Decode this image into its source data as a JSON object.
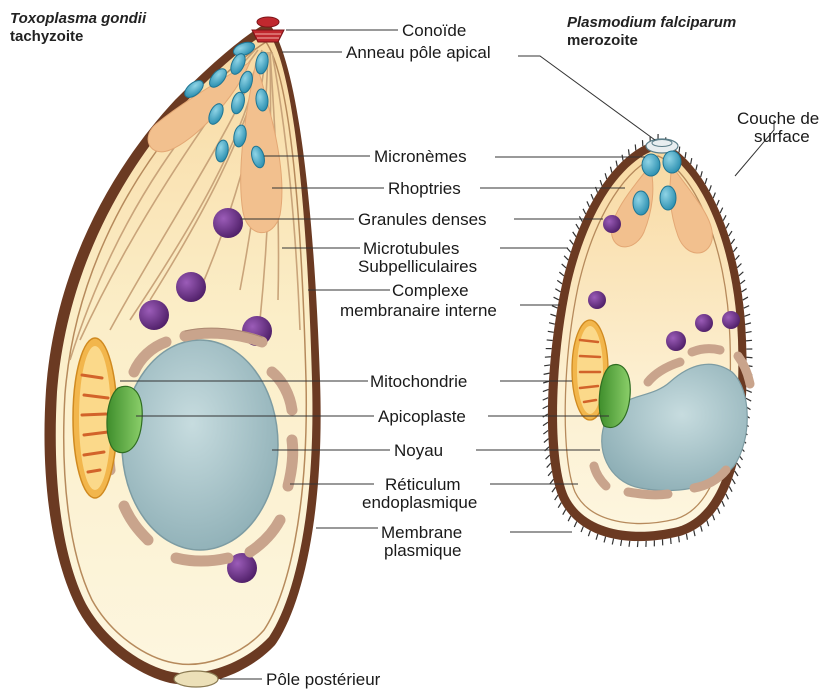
{
  "organisms": {
    "left": {
      "species": "Toxoplasma gondii",
      "stage": "tachyzoite"
    },
    "right": {
      "species": "Plasmodium falciparum",
      "stage": "merozoite"
    }
  },
  "labels": {
    "conoide": "Conoïde",
    "anneau": "Anneau pôle apical",
    "micronemes": "Micronèmes",
    "rhoptries": "Rhoptries",
    "granules": "Granules denses",
    "microtubules_1": "Microtubules",
    "microtubules_2": "Subpelliculaires",
    "complexe_1": "Complexe",
    "complexe_2": "membranaire interne",
    "mitochondrie": "Mitochondrie",
    "apicoplaste": "Apicoplaste",
    "noyau": "Noyau",
    "reticulum_1": "Réticulum",
    "reticulum_2": "endoplasmique",
    "membrane_1": "Membrane",
    "membrane_2": "plasmique",
    "pole_posterieur": "Pôle postérieur",
    "couche_1": "Couche de",
    "couche_2": "surface"
  },
  "colors": {
    "cell_outline": "#6b3a22",
    "cytoplasm": "#fbe9bf",
    "nucleus": "#9fbcc2",
    "micronemes": "#3fa9c7",
    "rhoptries": "#f2c08e",
    "dense_granules": "#6a2d86",
    "mitochondria": "#f2b64c",
    "apicoplast": "#5fa845",
    "er": "#c9a48c",
    "conoid": "#c0282e"
  }
}
